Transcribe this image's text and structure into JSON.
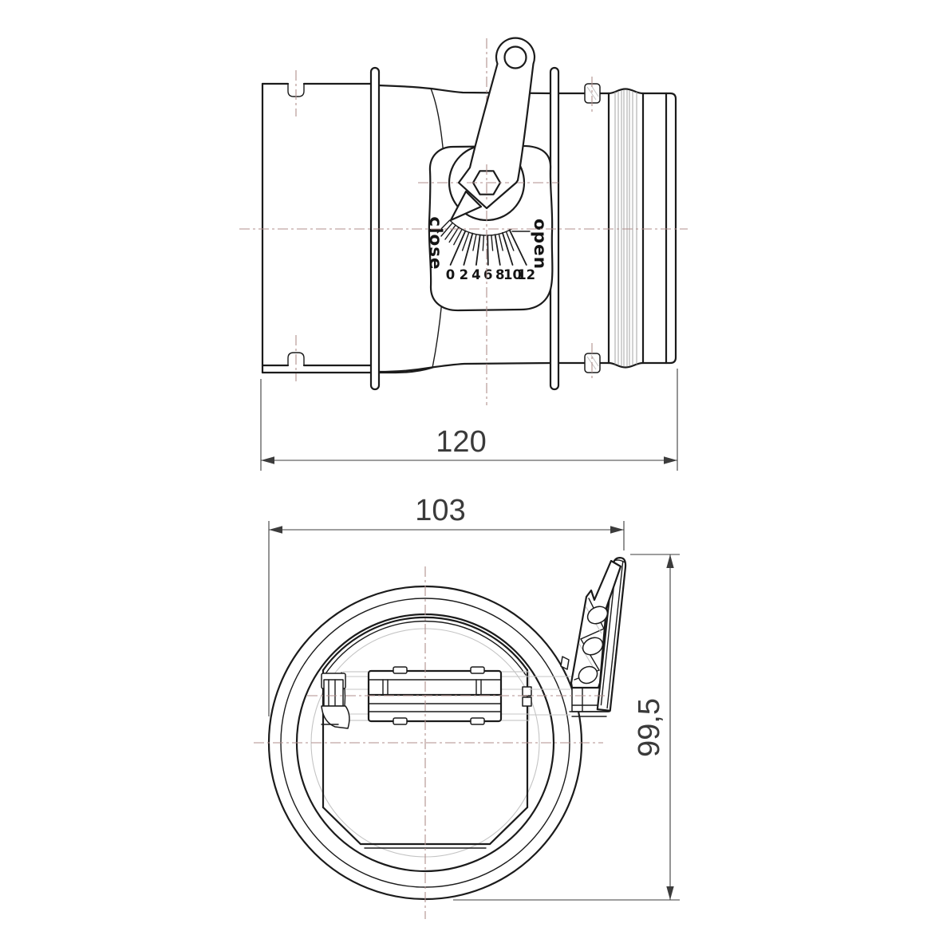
{
  "drawing": {
    "kind": "technical-drawing",
    "colors": {
      "outline": "#1b1b1b",
      "dimension": "#3c3c3c",
      "centerline": "#b08f8d",
      "hidden_line": "#c4c4c4",
      "background": "#ffffff"
    },
    "side_view": {
      "dim_length": "120",
      "scale": {
        "close_label": "close",
        "open_label": "open",
        "numbers": [
          "0",
          "2",
          "4",
          "6",
          "8",
          "10",
          "12"
        ]
      }
    },
    "front_view": {
      "dim_width": "103",
      "dim_height": "99,5"
    }
  }
}
